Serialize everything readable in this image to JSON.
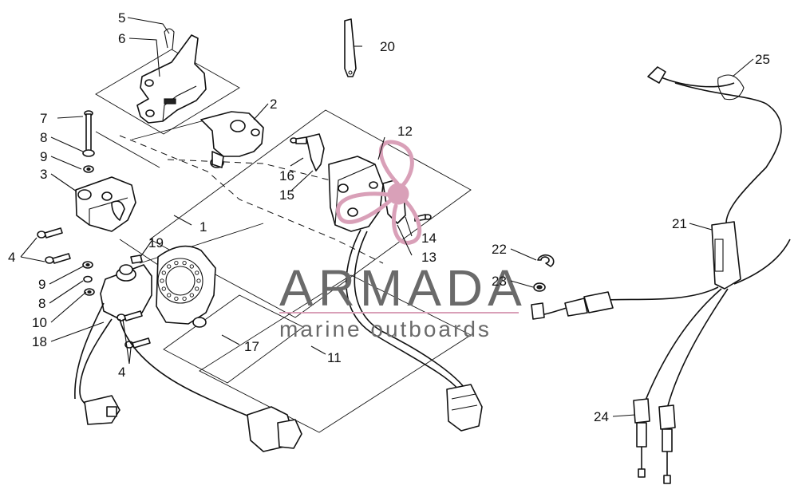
{
  "watermark": {
    "brand": "ARMADA",
    "tagline": "marine outboards",
    "logo_color": "#d9a0b8",
    "line_color": "#d9a0b8",
    "text_color": "#6a6a6a"
  },
  "callouts": {
    "c1": "1",
    "c2": "2",
    "c3": "3",
    "c4a": "4",
    "c4b": "4",
    "c5": "5",
    "c6": "6",
    "c7": "7",
    "c8a": "8",
    "c8b": "8",
    "c9a": "9",
    "c9b": "9",
    "c10": "10",
    "c11": "11",
    "c12": "12",
    "c13": "13",
    "c14": "14",
    "c15": "15",
    "c16": "16",
    "c17": "17",
    "c18": "18",
    "c19": "19",
    "c20": "20",
    "c21": "21",
    "c22": "22",
    "c23": "23",
    "c24": "24",
    "c25": "25"
  }
}
